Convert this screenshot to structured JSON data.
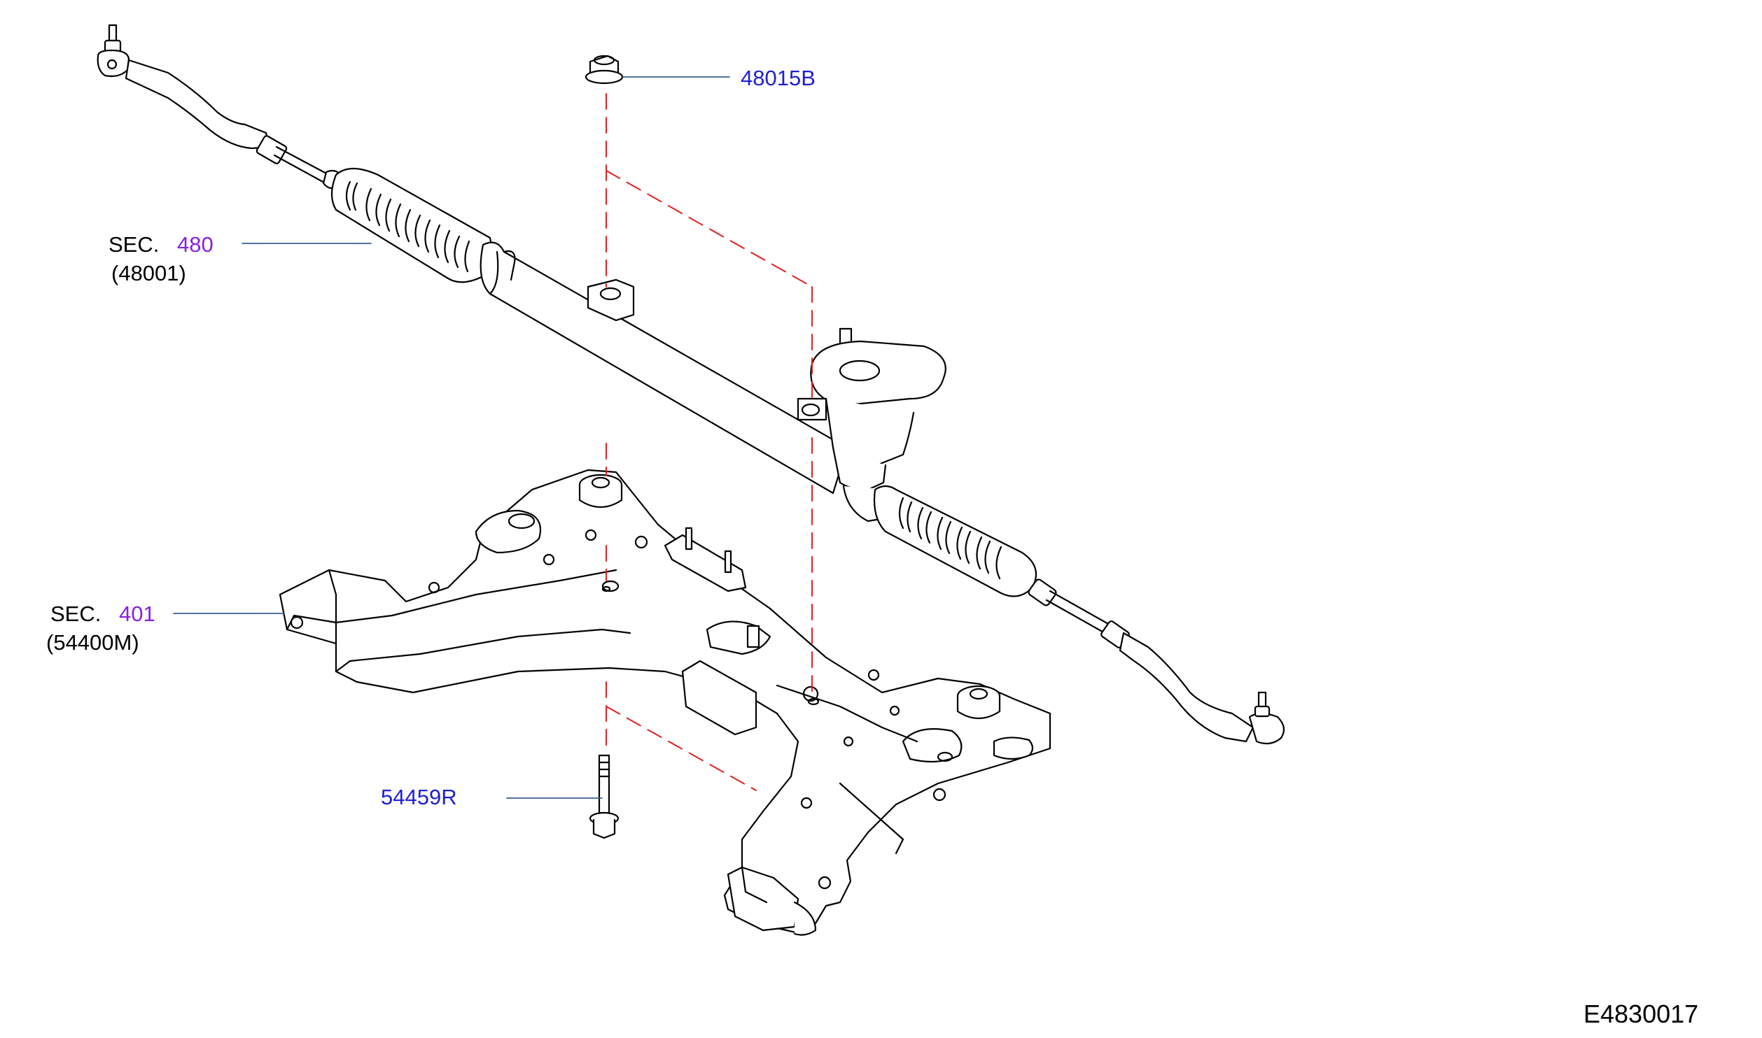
{
  "colors": {
    "line": "#000000",
    "leader": "#3a5f95",
    "dashed": "#e02020",
    "part_link": "#1f1fd6",
    "section_link": "#8b1fe0",
    "text": "#000000"
  },
  "callouts": {
    "nut": {
      "part_no": "48015B"
    },
    "steering_gear": {
      "sec_prefix": "SEC.",
      "sec_no": "480",
      "ref": "(48001)"
    },
    "member": {
      "sec_prefix": "SEC.",
      "sec_no": "401",
      "ref": "(54400M)"
    },
    "bolt": {
      "part_no": "54459R"
    }
  },
  "illustration_id": "E4830017"
}
